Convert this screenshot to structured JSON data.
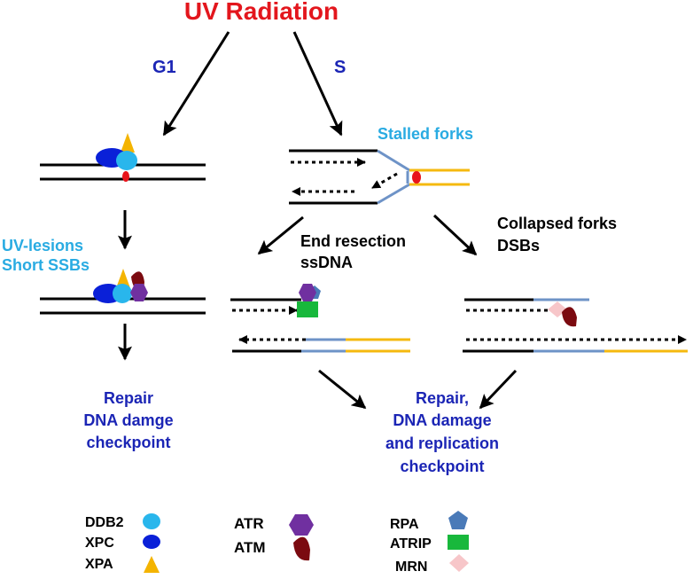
{
  "title": "UV Radiation",
  "phase_labels": {
    "g1": "G1",
    "s": "S"
  },
  "fork_labels": {
    "stalled": "Stalled forks",
    "lesions_line1": "UV-lesions",
    "lesions_line2": "Short SSBs",
    "resection_line1": "End resection",
    "resection_line2": "ssDNA",
    "collapsed_line1": "Collapsed forks",
    "collapsed_line2": "DSBs"
  },
  "outcomes": {
    "left_line1": "Repair",
    "left_line2": "DNA damge",
    "left_line3": "checkpoint",
    "right_line1": "Repair,",
    "right_line2": "DNA damage",
    "right_line3": "and replication",
    "right_line4": "checkpoint"
  },
  "legend": {
    "ddb2": "DDB2",
    "xpc": "XPC",
    "xpa": "XPA",
    "atr": "ATR",
    "atm": "ATM",
    "rpa": "RPA",
    "atrip": "ATRIP",
    "mrn": "MRN"
  },
  "colors": {
    "title": "#e3161d",
    "phase": "#1b25b5",
    "cyan_label": "#29abe2",
    "outcome": "#1b25b5",
    "ddb2": "#29b6ec",
    "xpc": "#0a20d8",
    "xpa": "#f4b400",
    "atr": "#7030a0",
    "atm": "#7b0a10",
    "rpa": "#4a7ab8",
    "atrip": "#18b83c",
    "mrn": "#f7c6c9",
    "new_strand": "#f5b90f",
    "resected": "#6e93c7",
    "lesion": "#e8141b"
  }
}
